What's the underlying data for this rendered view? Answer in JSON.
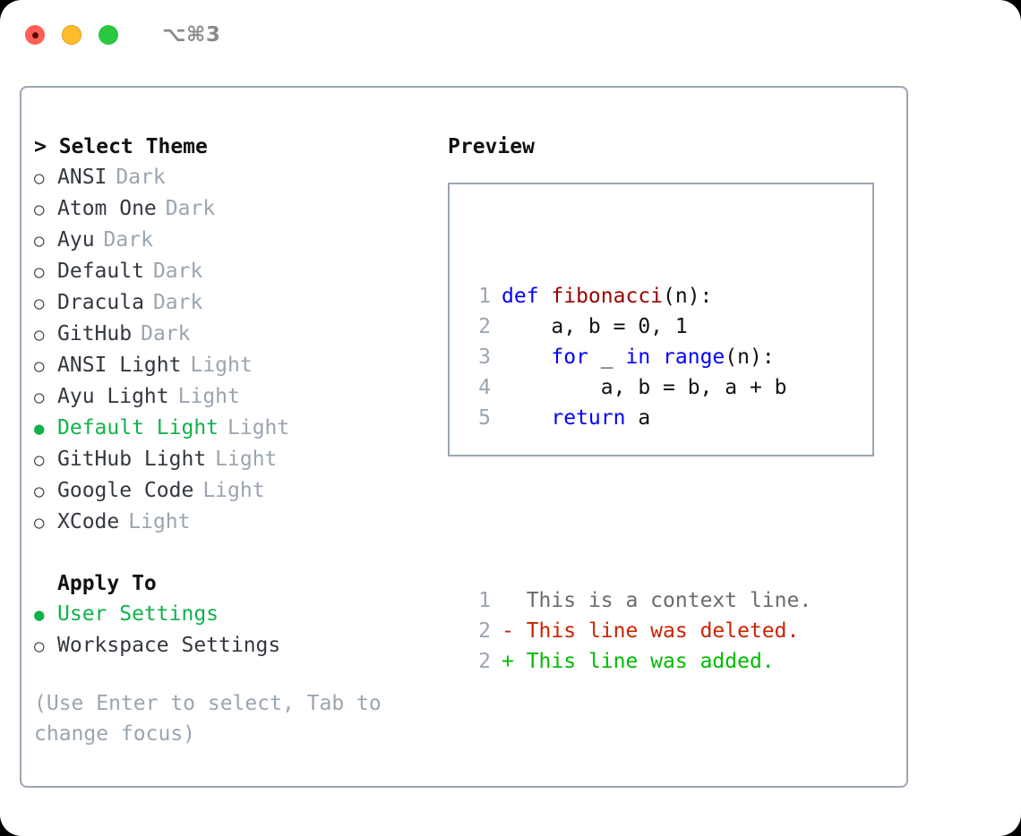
{
  "titlebar": {
    "traffic_lights": [
      "close-red",
      "minimize-yellow",
      "maximize-green"
    ],
    "shortcut": "⌥⌘3"
  },
  "theme_panel": {
    "heading": "> Select Theme",
    "heading_caret": ">",
    "heading_text": "Select Theme",
    "bullet_unselected": "○",
    "bullet_selected": "●",
    "selected_color": "#12b24a",
    "items": [
      {
        "bullet": "○",
        "label": "ANSI",
        "tag": "Dark",
        "selected": false
      },
      {
        "bullet": "○",
        "label": "Atom One",
        "tag": "Dark",
        "selected": false
      },
      {
        "bullet": "○",
        "label": "Ayu",
        "tag": "Dark",
        "selected": false
      },
      {
        "bullet": "○",
        "label": "Default",
        "tag": "Dark",
        "selected": false
      },
      {
        "bullet": "○",
        "label": "Dracula",
        "tag": "Dark",
        "selected": false
      },
      {
        "bullet": "○",
        "label": "GitHub",
        "tag": "Dark",
        "selected": false
      },
      {
        "bullet": "○",
        "label": "ANSI Light",
        "tag": "Light",
        "selected": false
      },
      {
        "bullet": "○",
        "label": "Ayu Light",
        "tag": "Light",
        "selected": false
      },
      {
        "bullet": "●",
        "label": "Default Light",
        "tag": "Light",
        "selected": true
      },
      {
        "bullet": "○",
        "label": "GitHub Light",
        "tag": "Light",
        "selected": false
      },
      {
        "bullet": "○",
        "label": "Google Code",
        "tag": "Light",
        "selected": false
      },
      {
        "bullet": "○",
        "label": "XCode",
        "tag": "Light",
        "selected": false
      }
    ]
  },
  "apply_to": {
    "heading": "Apply To",
    "items": [
      {
        "bullet": "●",
        "label": "User Settings",
        "selected": true
      },
      {
        "bullet": "○",
        "label": "Workspace Settings",
        "selected": false
      }
    ]
  },
  "hint": "(Use Enter to select, Tab to change focus)",
  "preview": {
    "heading": "Preview",
    "code_lines": [
      {
        "lineno": "1",
        "tokens": [
          {
            "text": "def ",
            "kind": "kw"
          },
          {
            "text": "fibonacci",
            "kind": "fn"
          },
          {
            "text": "(n):",
            "kind": "plain"
          }
        ]
      },
      {
        "lineno": "2",
        "tokens": [
          {
            "text": "    a, b = 0, 1",
            "kind": "plain"
          }
        ]
      },
      {
        "lineno": "3",
        "tokens": [
          {
            "text": "    ",
            "kind": "plain"
          },
          {
            "text": "for",
            "kind": "kw"
          },
          {
            "text": " _ ",
            "kind": "plain"
          },
          {
            "text": "in",
            "kind": "kw"
          },
          {
            "text": " ",
            "kind": "plain"
          },
          {
            "text": "range",
            "kind": "builtin"
          },
          {
            "text": "(n):",
            "kind": "plain"
          }
        ]
      },
      {
        "lineno": "4",
        "tokens": [
          {
            "text": "        a, b = b, a + b",
            "kind": "plain"
          }
        ]
      },
      {
        "lineno": "5",
        "tokens": [
          {
            "text": "    ",
            "kind": "plain"
          },
          {
            "text": "return",
            "kind": "kw"
          },
          {
            "text": " a",
            "kind": "plain"
          }
        ]
      }
    ],
    "diff_lines": [
      {
        "lineno": "1",
        "marker": " ",
        "text": " This is a context line.",
        "kind": "context"
      },
      {
        "lineno": "2",
        "marker": "-",
        "text": " This line was deleted.",
        "kind": "del"
      },
      {
        "lineno": "2",
        "marker": "+",
        "text": " This line was added.",
        "kind": "add"
      }
    ]
  },
  "colors": {
    "border": "#9aa5b1",
    "accent_green": "#12b24a",
    "diff_add": "#00bb00",
    "diff_del": "#cc2200",
    "keyword_blue": "#0000ff",
    "function_red": "#990000",
    "muted": "#9aa5b1"
  }
}
